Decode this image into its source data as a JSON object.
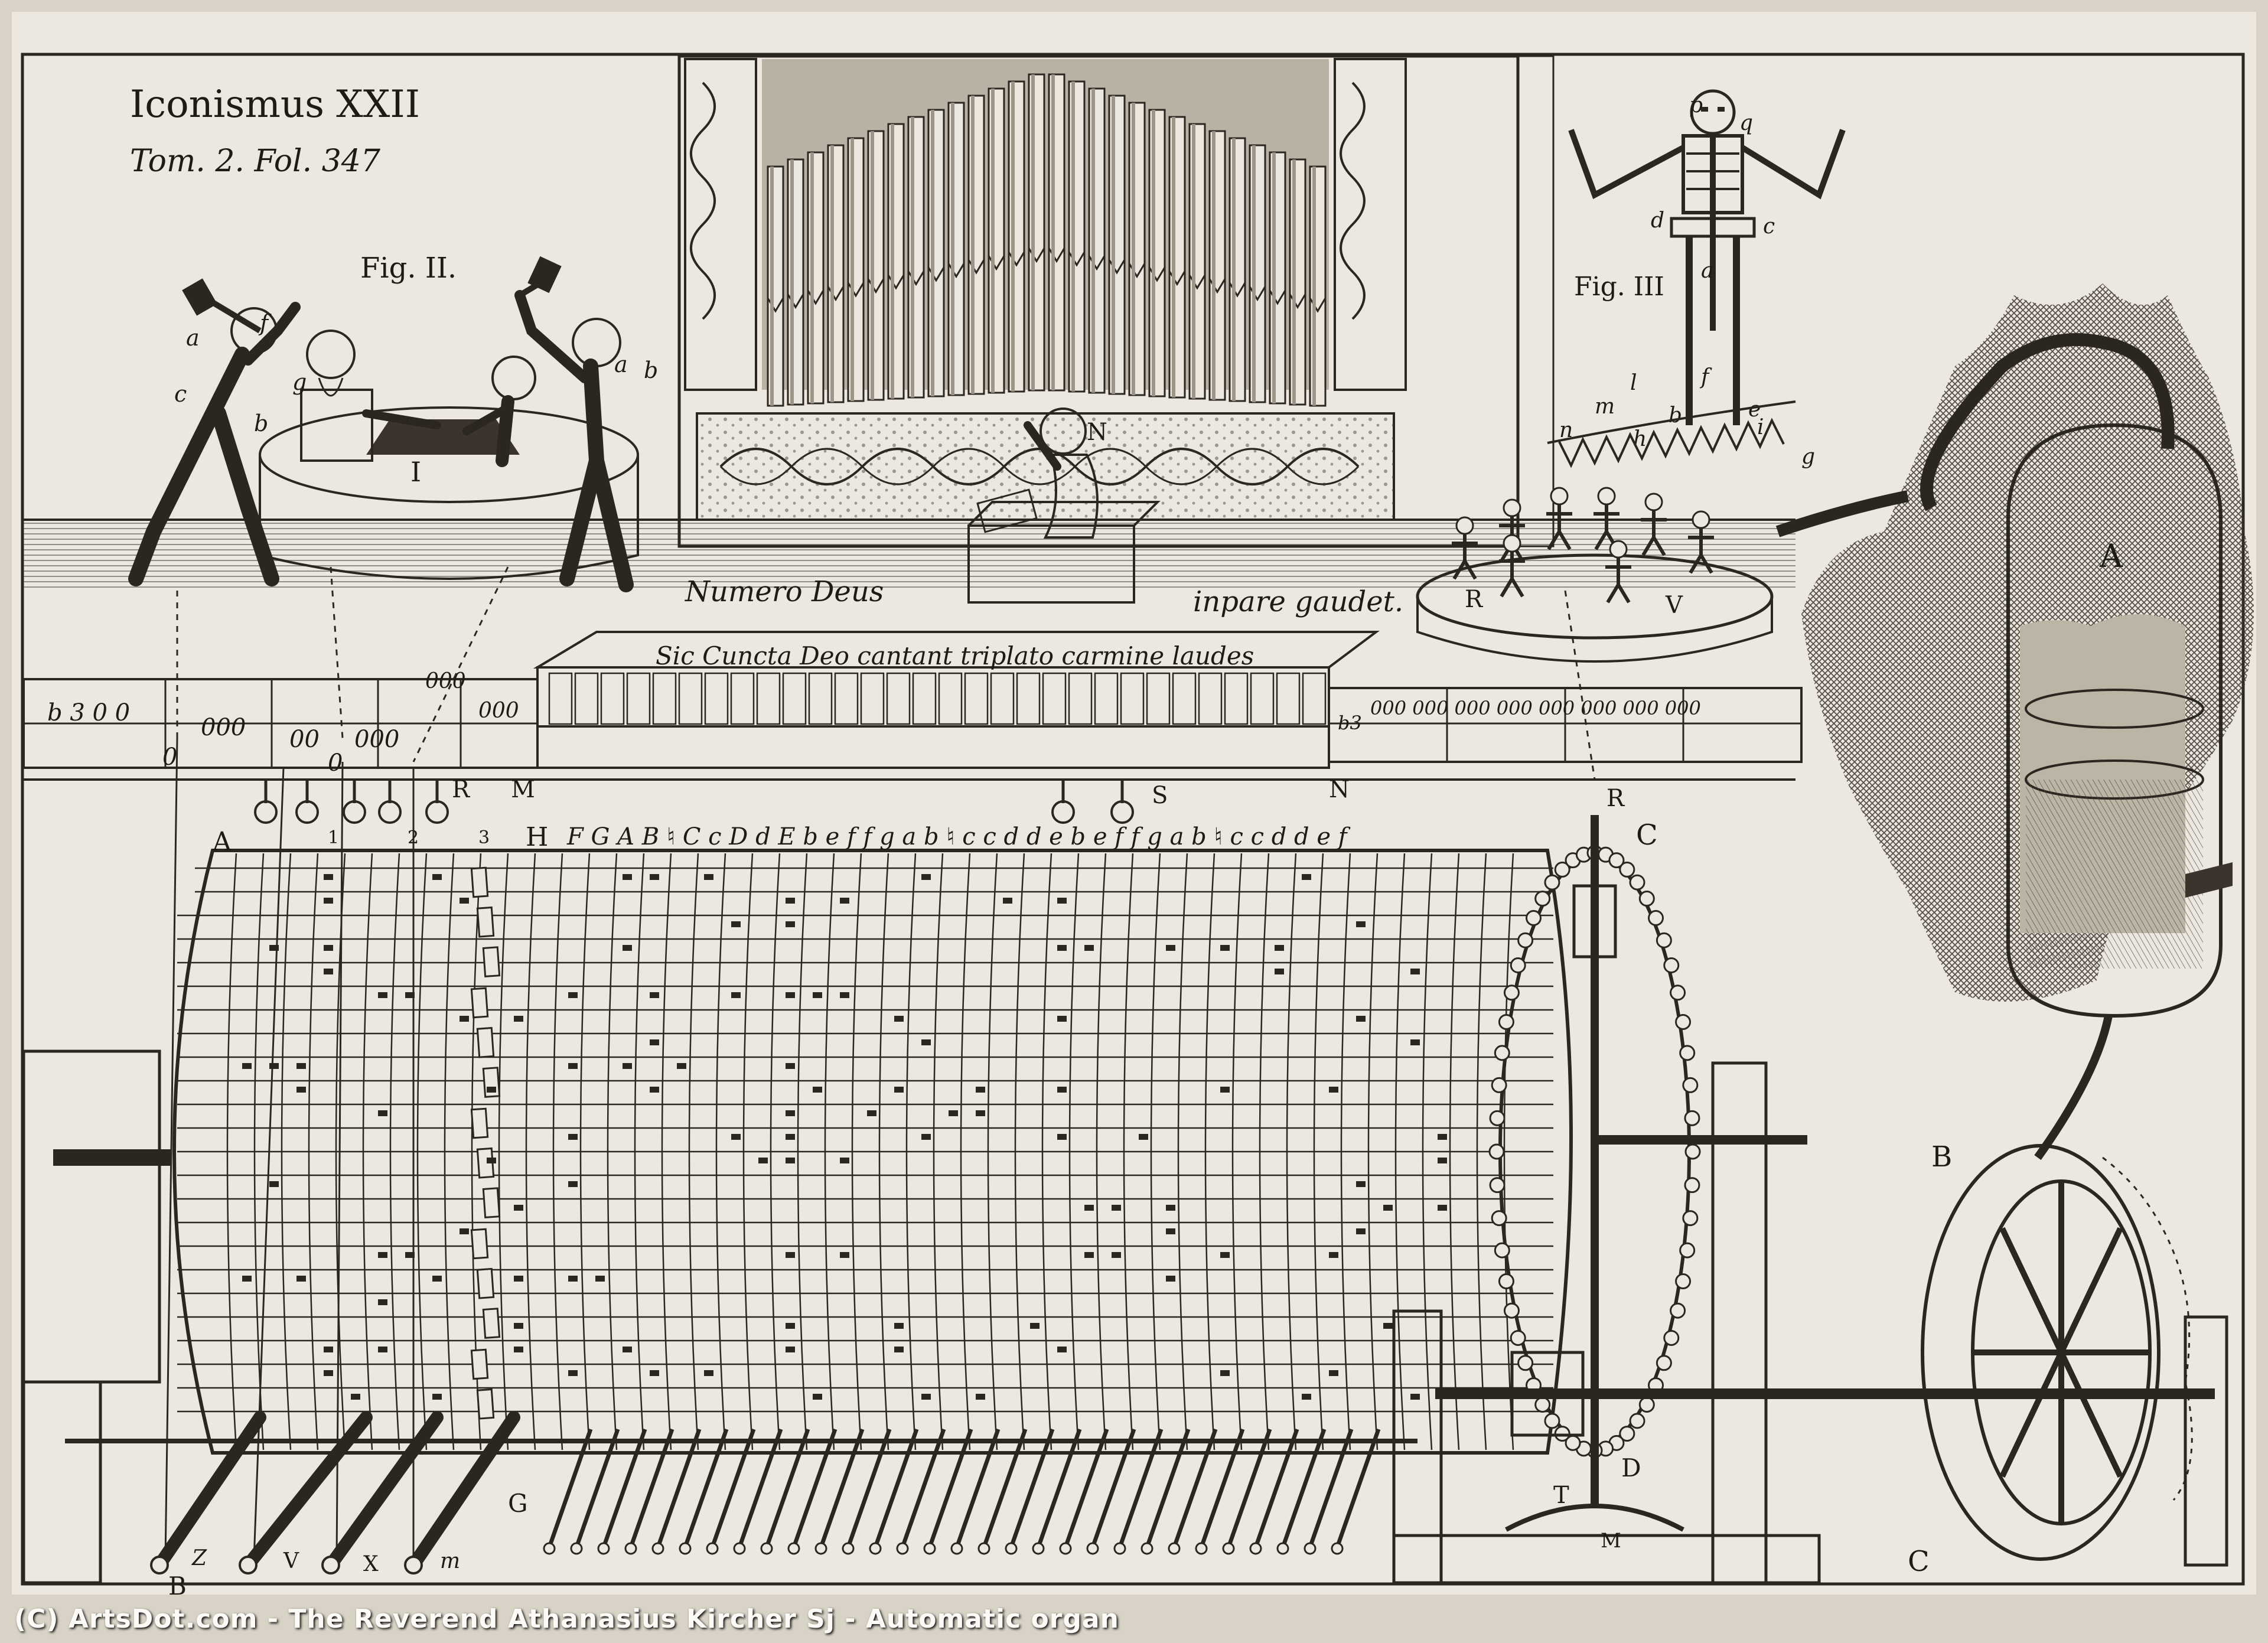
{
  "plate": {
    "title": "Iconismus XXII",
    "reference": "Tom. 2. Fol. 347",
    "fig2": "Fig. II.",
    "fig3": "Fig. III",
    "motto_left": "Numero Deus",
    "motto_right": "inpare gaudet.",
    "motto_bar": "Sic Cuncta Deo cantant triplato carmine laudes"
  },
  "note_scale": "F G A B ♮ C c D d E b e f f g a b ♮ c c d d e b e f f g a b ♮ c c d d e f",
  "cipher": {
    "left_a": "b 3 0 0",
    "left_b": "000",
    "left_c": "00",
    "left_d": "000",
    "top": "000",
    "right_a": "000",
    "left_e": "0",
    "left_f": "0",
    "right_key": "b3",
    "right_b": "000 000 000 000 000 000 000 000"
  },
  "letters": {
    "A_tank": "A",
    "B_wheel": "B",
    "C_wheel": "C",
    "A_drum": "A",
    "H": "H",
    "C_top": "C",
    "R": "R",
    "M": "M",
    "S": "S",
    "N": "N",
    "R2": "R",
    "G": "G",
    "D": "D",
    "T": "T",
    "M2": "M",
    "B_bottom": "B",
    "Z": "Z",
    "V": "V",
    "X": "X",
    "m": "m",
    "n1": "1",
    "n2": "2",
    "n3": "3",
    "skel_p": "p",
    "skel_q": "q",
    "skel_d": "d",
    "skel_c": "c",
    "skel_a": "a",
    "skel_f": "f",
    "skel_b": "b",
    "skel_e": "e",
    "skel_i": "i",
    "skel_l": "l",
    "skel_m": "m",
    "skel_n": "n",
    "skel_h": "h",
    "skel_g": "g",
    "fig_R": "R",
    "fig_V": "V",
    "smith_a": "a",
    "smith_f": "f",
    "smith_c": "c",
    "smith_b": "b",
    "smith_g": "g",
    "smith_a2": "a",
    "smith_b2": "b",
    "anvil": "I",
    "boy_N": "N"
  },
  "credit": "(C) ArtsDot.com - The Reverend Athanasius Kircher Sj - Automatic organ",
  "colors": {
    "paper": "#ece8df",
    "ink": "#2b2620",
    "credit": "#fbfaf6"
  }
}
